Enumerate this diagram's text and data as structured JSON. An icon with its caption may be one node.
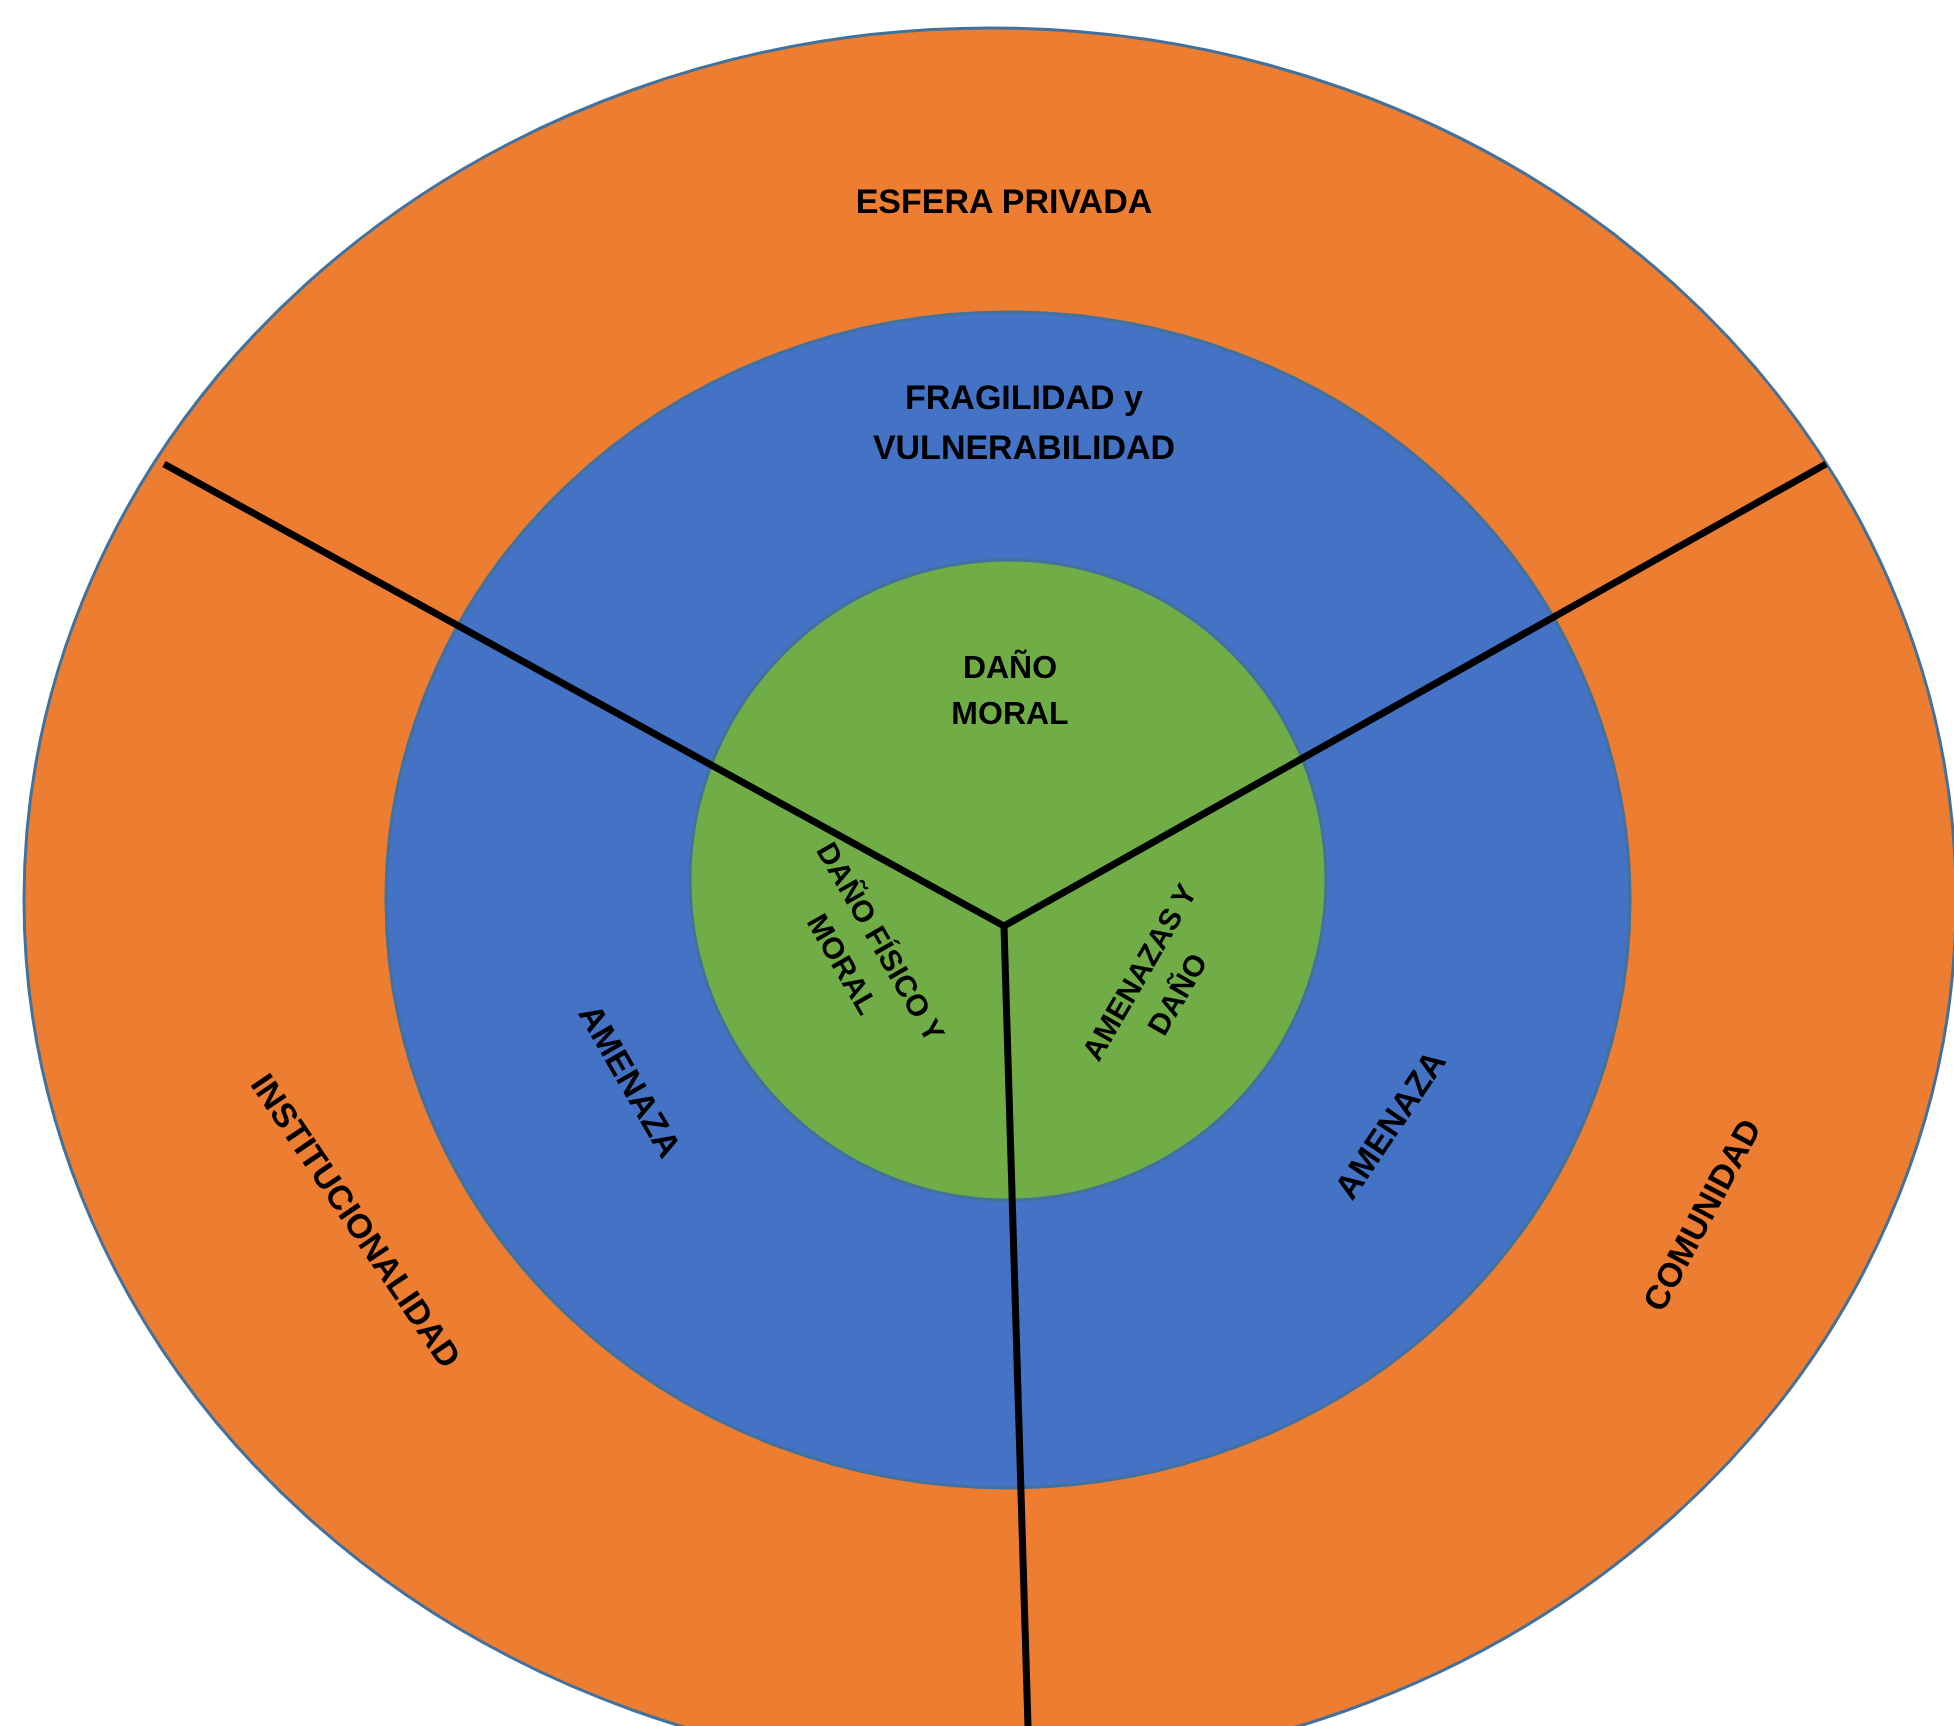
{
  "diagram": {
    "nodes": [
      {
        "text": [
          "ESFERA PRIVADA",
          "INSTITUCIONALIDAD",
          "COMUNIDAD"
        ]
      },
      {
        "text": [
          "FRAGILIDAD y VULNERABILIDAD",
          "AMENAZA",
          "AMENAZA"
        ],
        "in": 0
      },
      {
        "text": [
          "DAÑO MORAL",
          "DAÑO FÍSICO Y MORAL",
          "AMENAZAS Y DAÑO"
        ],
        "in": 1
      }
    ],
    "edges": []
  }
}
